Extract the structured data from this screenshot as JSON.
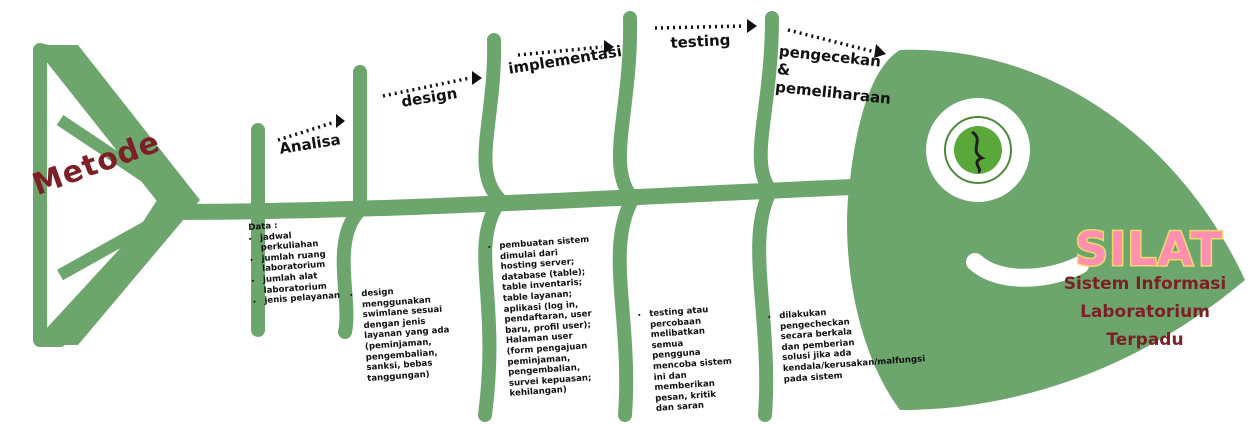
{
  "title": {
    "metode": "Metode"
  },
  "stages": [
    "Analisa",
    "design",
    "implementasi",
    "testing",
    "pengecekan & pemeliharaan"
  ],
  "notes": {
    "analisa_heading": "Data :",
    "analisa_items": [
      "jadwal perkuliahan",
      "jumlah ruang laboratorium",
      "jumlah alat laboratorium",
      "jenis pelayanan"
    ],
    "design_items": [
      "design menggunakan swimlane sesuai dengan jenis layanan yang ada (peminjaman, pengembalian, sanksi, bebas tanggungan)"
    ],
    "implementasi_items": [
      "pembuatan sistem dimulai dari hosting server; database (table); table inventaris; table layanan; aplikasi (log in, pendaftaran, user baru, profil user); Halaman user (form pengajuan peminjaman, pengembalian, survei kepuasan; kehilangan)"
    ],
    "testing_items": [
      "testing atau percobaan melibatkan semua pengguna mencoba sistem ini dan memberikan pesan, kritik dan saran"
    ],
    "pengecekan_items": [
      "dilakukan pengecheckan secara berkala dan pemberian solusi jika ada kendala/kerusakan/malfungsi pada sistem"
    ]
  },
  "head": {
    "brand": "SILAT",
    "subtitle_lines": [
      "Sistem Informasi",
      "Laboratorium",
      "Terpadu"
    ],
    "logo_icon": "university-seal-icon"
  },
  "colors": {
    "fish": "#6da66d",
    "dark_red": "#7d1f26",
    "brand_pink": "#ff8fae",
    "brand_outline": "#f2d76b"
  }
}
